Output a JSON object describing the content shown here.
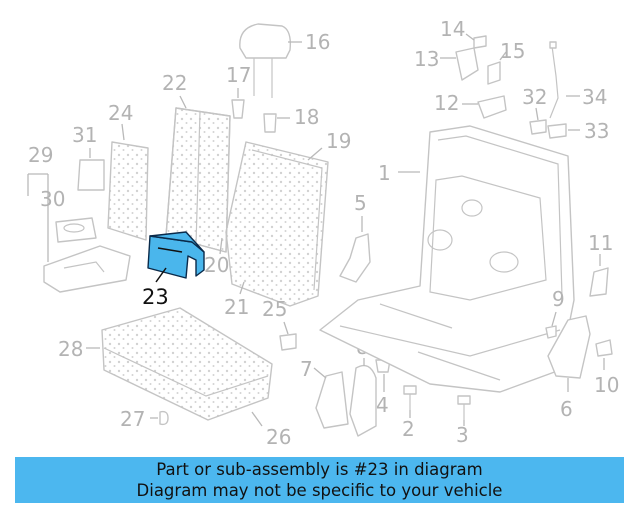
{
  "diagram": {
    "highlighted_part": "23",
    "callouts": [
      "1",
      "2",
      "3",
      "4",
      "5",
      "6",
      "7",
      "8",
      "9",
      "10",
      "11",
      "12",
      "13",
      "14",
      "15",
      "16",
      "17",
      "18",
      "19",
      "20",
      "21",
      "22",
      "23",
      "24",
      "25",
      "26",
      "27",
      "28",
      "29",
      "30",
      "31",
      "32",
      "33",
      "34"
    ]
  },
  "caption": {
    "line1": "Part or sub-assembly is #23 in diagram",
    "line2": "Diagram may not be specific to your vehicle"
  },
  "colors": {
    "highlight": "#4ab6ec",
    "caption_bg": "#4cb7ef",
    "line": "#c4c4c4",
    "label": "#b3b3b3"
  }
}
